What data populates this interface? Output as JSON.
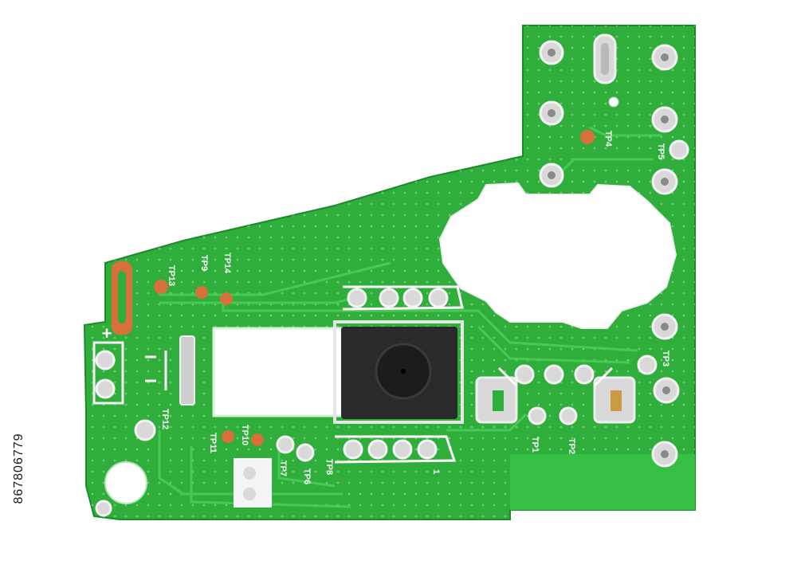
{
  "stock_id": "867806779",
  "board": {
    "color": "#2fae3c",
    "dark_color": "#1f8a2a",
    "trace_color": "#3cc24a",
    "pad_color": "#d9d9d9",
    "copper_color": "#d8703a",
    "sensor_color": "#2a2a2a"
  },
  "silkscreen": {
    "tp1": "TP1",
    "tp2": "TP2",
    "tp3": "TP3",
    "tp4": "TP4",
    "tp5": "TP5",
    "tp6": "TP6",
    "tp7": "TP7",
    "tp8": "TP8",
    "tp9": "TP9",
    "tp10": "TP10",
    "tp11": "TP11",
    "tp12": "TP12",
    "tp13": "TP13",
    "tp14": "TP14",
    "plus": "+",
    "pin1": "1"
  }
}
